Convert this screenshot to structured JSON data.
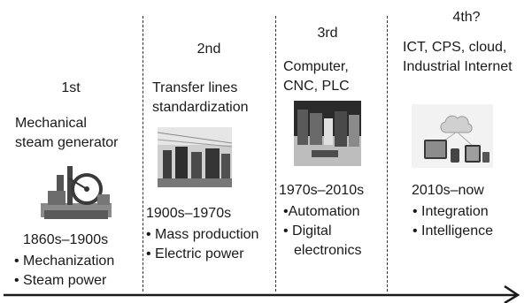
{
  "stages": [
    {
      "label": "1st",
      "title_lines": [
        "Mechanical",
        "steam generator"
      ],
      "image_icon": "steam-engine-photo",
      "period": "1860s–1900s",
      "bullets": [
        "Mechanization",
        "Steam power"
      ]
    },
    {
      "label": "2nd",
      "title_lines": [
        "Transfer lines",
        "standardization"
      ],
      "image_icon": "assembly-line-photo",
      "period": "1900s–1970s",
      "bullets": [
        "Mass production",
        "Electric power"
      ]
    },
    {
      "label": "3rd",
      "title_lines": [
        "Computer,",
        "CNC, PLC"
      ],
      "image_icon": "computer-room-photo",
      "period": "1970s–2010s",
      "bullets": [
        "Automation",
        "Digital",
        "electronics"
      ]
    },
    {
      "label": "4th?",
      "title_lines": [
        "ICT, CPS, cloud,",
        "Industrial Internet"
      ],
      "image_icon": "cloud-devices-photo",
      "period": "2010s–now",
      "bullets": [
        "Integration",
        "Intelligence"
      ]
    }
  ],
  "colors": {
    "text": "#1a1a1a",
    "divider": "#333333",
    "arrow": "#1a1a1a"
  },
  "arrow_icon": "timeline-arrow"
}
